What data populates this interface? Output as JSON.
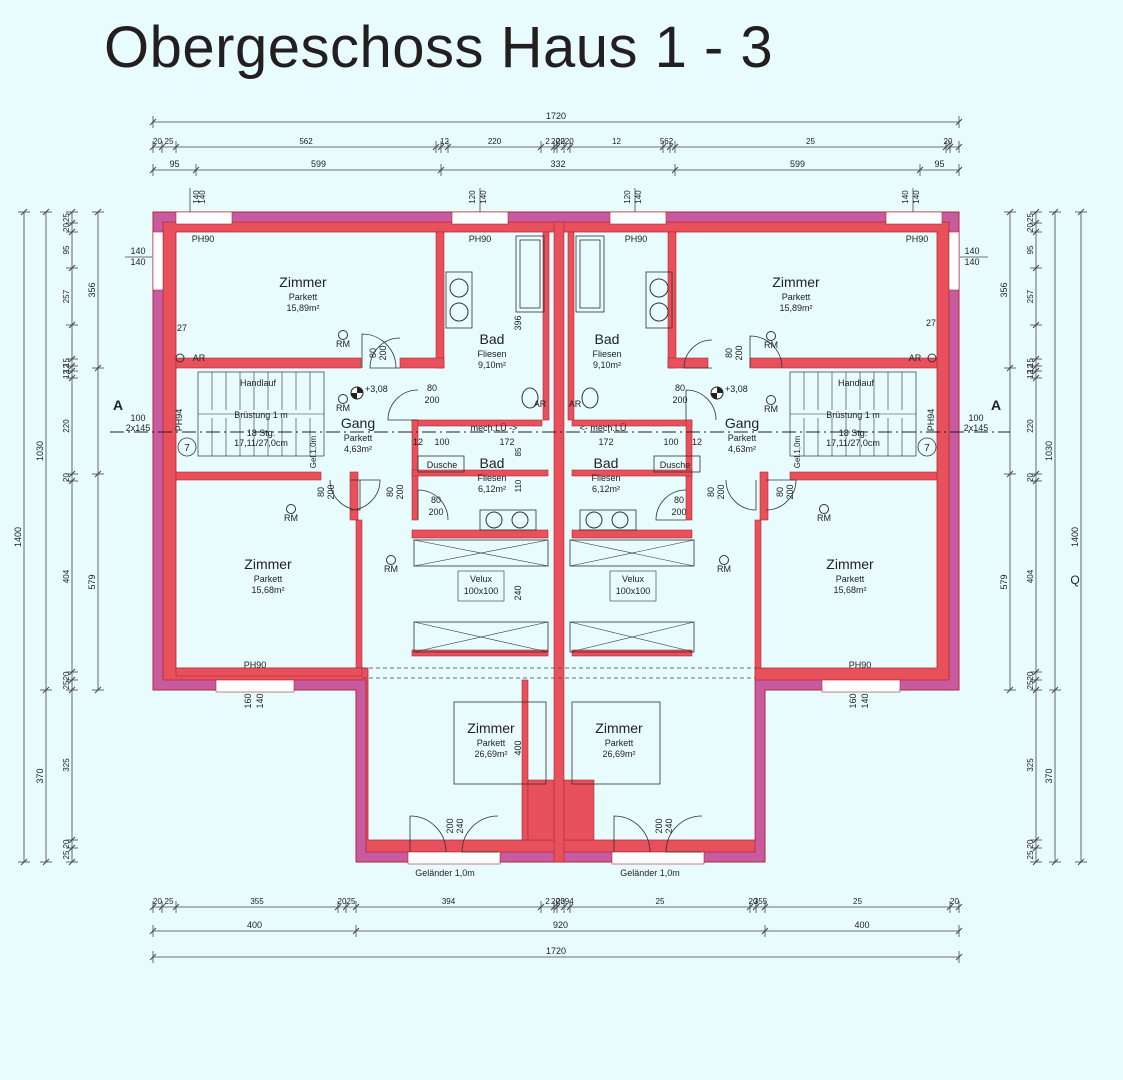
{
  "title": "Obergeschoss Haus 1 - 3",
  "colors": {
    "background": "#e8fbfd",
    "wall": "#e8505c",
    "wall_outline": "#b02a36",
    "exterior_insulation": "#c85aa0",
    "window": "#ffffff",
    "dimension_line": "#444444"
  },
  "dimensions": {
    "top_row1": [
      "20",
      "25",
      "562",
      "12",
      "220",
      "2",
      "20",
      "20",
      "220",
      "12",
      "562",
      "25",
      "20"
    ],
    "top_row2": [
      "95",
      "599",
      "332",
      "599",
      "95"
    ],
    "top_total": "1720",
    "window_widths_top": [
      "140",
      "140",
      "120",
      "140",
      "120",
      "140",
      "140",
      "140"
    ],
    "bottom_row1": [
      "20",
      "25",
      "355",
      "20",
      "25",
      "394",
      "2",
      "20",
      "20",
      "394",
      "25",
      "20",
      "355",
      "25",
      "20"
    ],
    "bottom_row2": [
      "400",
      "920",
      "400"
    ],
    "bottom_total": "1720",
    "left_outer": [
      "1400"
    ],
    "left_mid": [
      "1030",
      "370"
    ],
    "left_inner": [
      "25",
      "20",
      "95",
      "257",
      "15",
      "12",
      "12",
      "220",
      "20",
      "404",
      "20",
      "25",
      "325",
      "20",
      "25"
    ],
    "left_rooms": [
      "356",
      "579"
    ],
    "right_outer": [
      "1400"
    ],
    "right_mid": [
      "1030",
      "370"
    ],
    "right_inner": [
      "25",
      "20",
      "95",
      "257",
      "15",
      "12",
      "12",
      "220",
      "20",
      "404",
      "20",
      "25",
      "325",
      "20",
      "25"
    ],
    "right_rooms": [
      "356",
      "579"
    ],
    "window_heights_side": [
      "140",
      "140"
    ],
    "section_offset": [
      "100",
      "2x145"
    ]
  },
  "rooms": [
    {
      "name": "Zimmer",
      "floor": "Parkett",
      "area": "15,89m²"
    },
    {
      "name": "Zimmer",
      "floor": "Parkett",
      "area": "15,89m²"
    },
    {
      "name": "Bad",
      "floor": "Fliesen",
      "area": "9,10m²"
    },
    {
      "name": "Bad",
      "floor": "Fliesen",
      "area": "9,10m²"
    },
    {
      "name": "Gang",
      "floor": "Parkett",
      "area": "4,63m²"
    },
    {
      "name": "Gang",
      "floor": "Parkett",
      "area": "4,63m²"
    },
    {
      "name": "Bad",
      "floor": "Fliesen",
      "area": "6,12m²"
    },
    {
      "name": "Bad",
      "floor": "Fliesen",
      "area": "6,12m²"
    },
    {
      "name": "Zimmer",
      "floor": "Parkett",
      "area": "15,68m²"
    },
    {
      "name": "Zimmer",
      "floor": "Parkett",
      "area": "15,68m²"
    },
    {
      "name": "Zimmer",
      "floor": "Parkett",
      "area": "26,69m²"
    },
    {
      "name": "Zimmer",
      "floor": "Parkett",
      "area": "26,69m²"
    }
  ],
  "labels": {
    "ph90": "PH90",
    "ph94": "PH94",
    "rm": "RM",
    "ar": "AR",
    "level": "+3,08",
    "handlauf": "Handlauf",
    "bruestung": "Brüstung 1 m",
    "stairs": "18 Stg.",
    "stairs_dim": "17,11/27,0cm",
    "stair_number": "7",
    "gel": "Gel.1,0m",
    "dusche": "Dusche",
    "mech_lu_left": "mech.LÜ ->",
    "mech_lu_right": "<- mech.LÜ",
    "velux": "Velux",
    "velux_size": "100x100",
    "gelaender": "Geländer 1,0m",
    "section": "A",
    "door_w": "80",
    "door_h": "200",
    "door_w2": "200",
    "door_h2": "240",
    "nische": "27",
    "wall_396": "396",
    "dim_100": "100",
    "dim_172": "172",
    "dim_12": "12",
    "dim_240": "240",
    "dim_400": "400",
    "dim_110": "110",
    "dim_85": "85",
    "dim_160": "160",
    "dim_140": "140",
    "side_marker": "Q"
  }
}
